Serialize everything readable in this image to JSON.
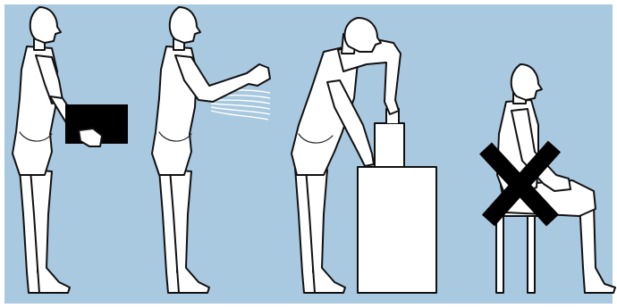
{
  "colors": {
    "background": "#a9c9e0",
    "figure_fill": "#ffffff",
    "figure_outline": "#111111",
    "box": "#000000",
    "prohibition_mark": "#000000",
    "frame": "#ffffff"
  },
  "panels": [
    {
      "name": "standing-holding-box"
    },
    {
      "name": "standing-arms-extended-reaching"
    },
    {
      "name": "standing-leaning-on-table-lifting"
    },
    {
      "name": "seated-crossed-out"
    }
  ]
}
